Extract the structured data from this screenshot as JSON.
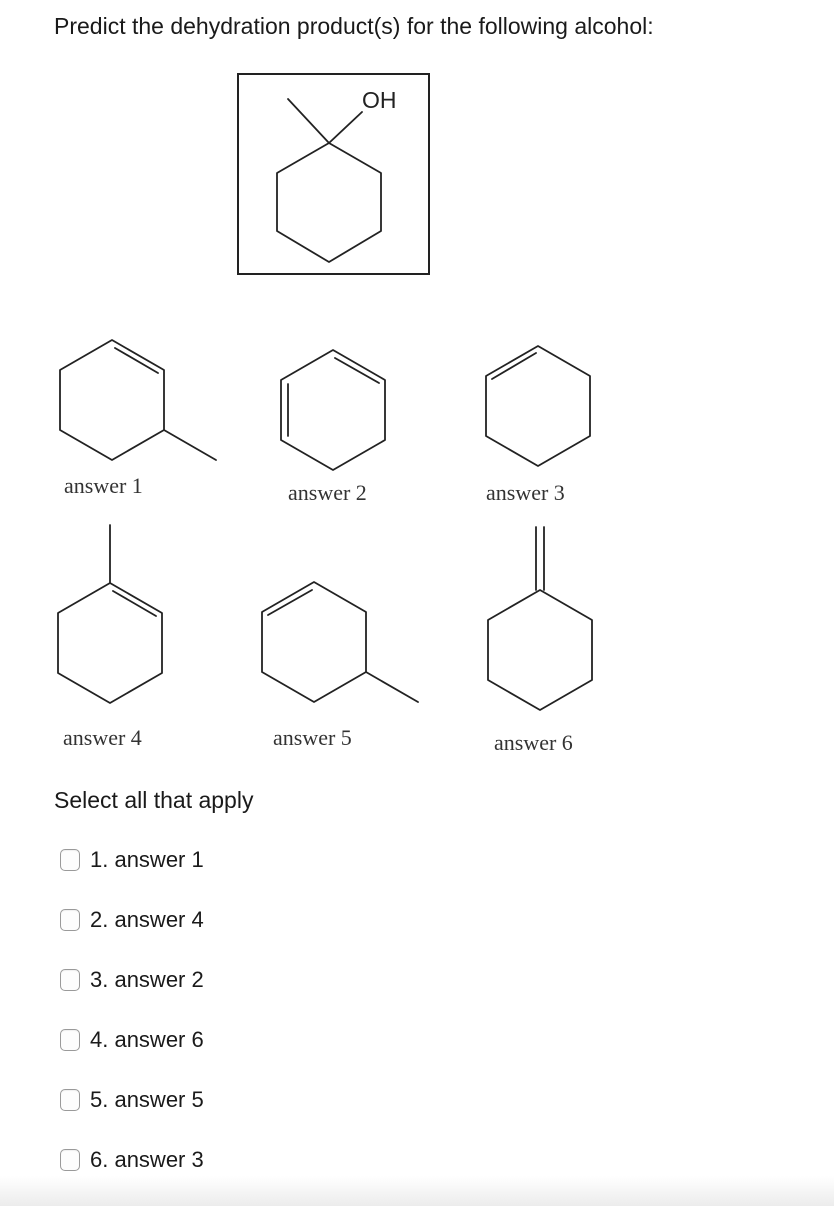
{
  "question": {
    "text": "Predict the dehydration product(s) for the following alcohol:"
  },
  "reactant": {
    "substituent_label": "OH"
  },
  "structures": [
    {
      "label": "answer 1"
    },
    {
      "label": "answer 2"
    },
    {
      "label": "answer 3"
    },
    {
      "label": "answer 4"
    },
    {
      "label": "answer 5"
    },
    {
      "label": "answer 6"
    }
  ],
  "instruction": "Select all that apply",
  "options": [
    {
      "label": "1. answer 1",
      "checked": false
    },
    {
      "label": "2. answer 4",
      "checked": false
    },
    {
      "label": "3. answer 2",
      "checked": false
    },
    {
      "label": "4. answer 6",
      "checked": false
    },
    {
      "label": "5. answer 5",
      "checked": false
    },
    {
      "label": "6. answer 3",
      "checked": false
    }
  ]
}
